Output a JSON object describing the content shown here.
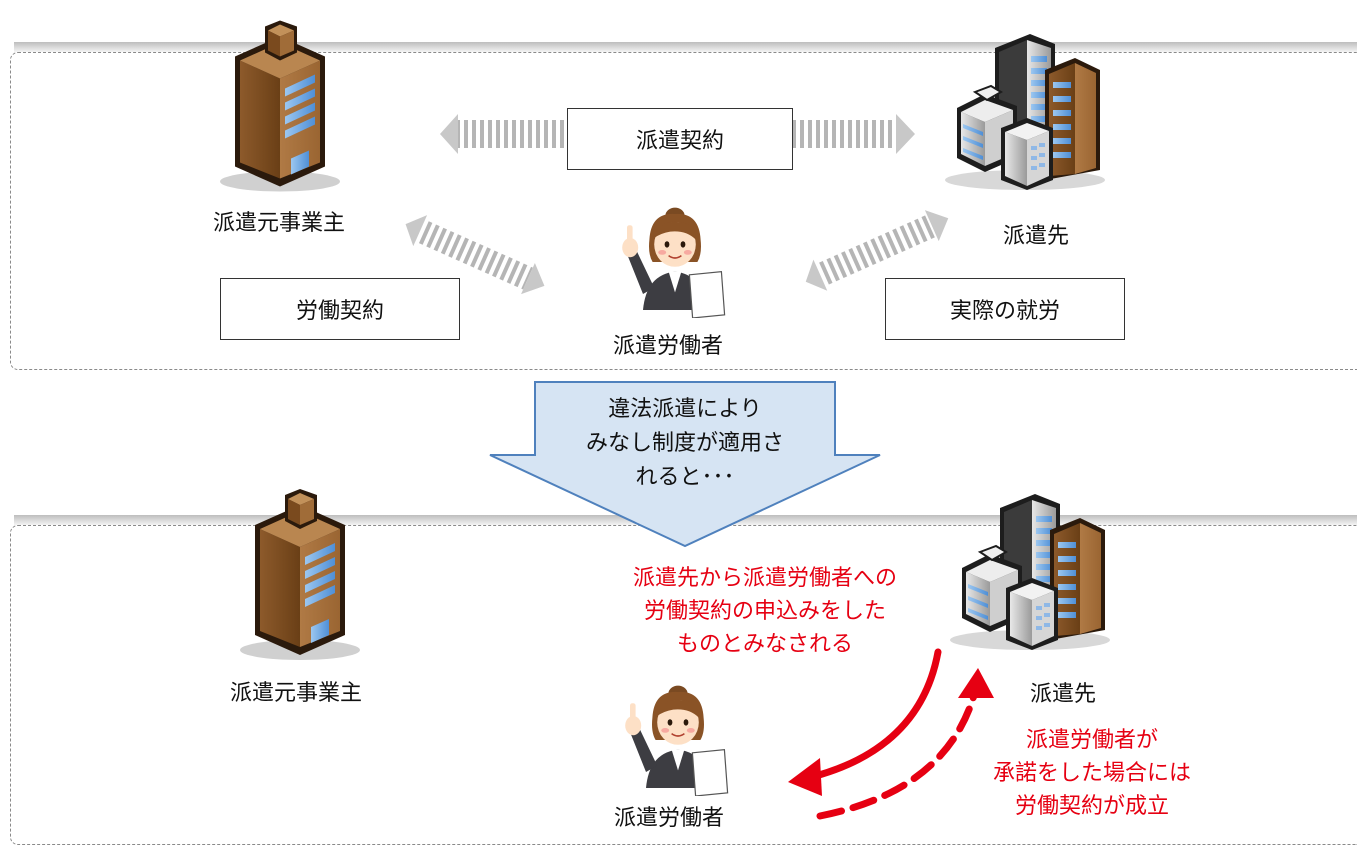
{
  "top_panel": {
    "left_party": "派遣元事業主",
    "right_party": "派遣先",
    "worker": "派遣労働者",
    "contract_dispatch": "派遣契約",
    "contract_labor": "労働契約",
    "actual_work": "実際の就労"
  },
  "transition": {
    "lines": [
      "違法派遣により",
      "みなし制度が適用さ",
      "れると･･･"
    ]
  },
  "bottom_panel": {
    "left_party": "派遣元事業主",
    "right_party": "派遣先",
    "worker": "派遣労働者",
    "offer_note": [
      "派遣先から派遣労働者への",
      "労働契約の申込みをした",
      "ものとみなされる"
    ],
    "accept_note": [
      "派遣労働者が",
      "承諾をした場合には",
      "労働契約が成立"
    ]
  },
  "colors": {
    "note_red": "#e60012",
    "callout_fill": "#d6e4f3",
    "callout_border": "#4f81bd",
    "building_brown": "#7a4a1e"
  }
}
